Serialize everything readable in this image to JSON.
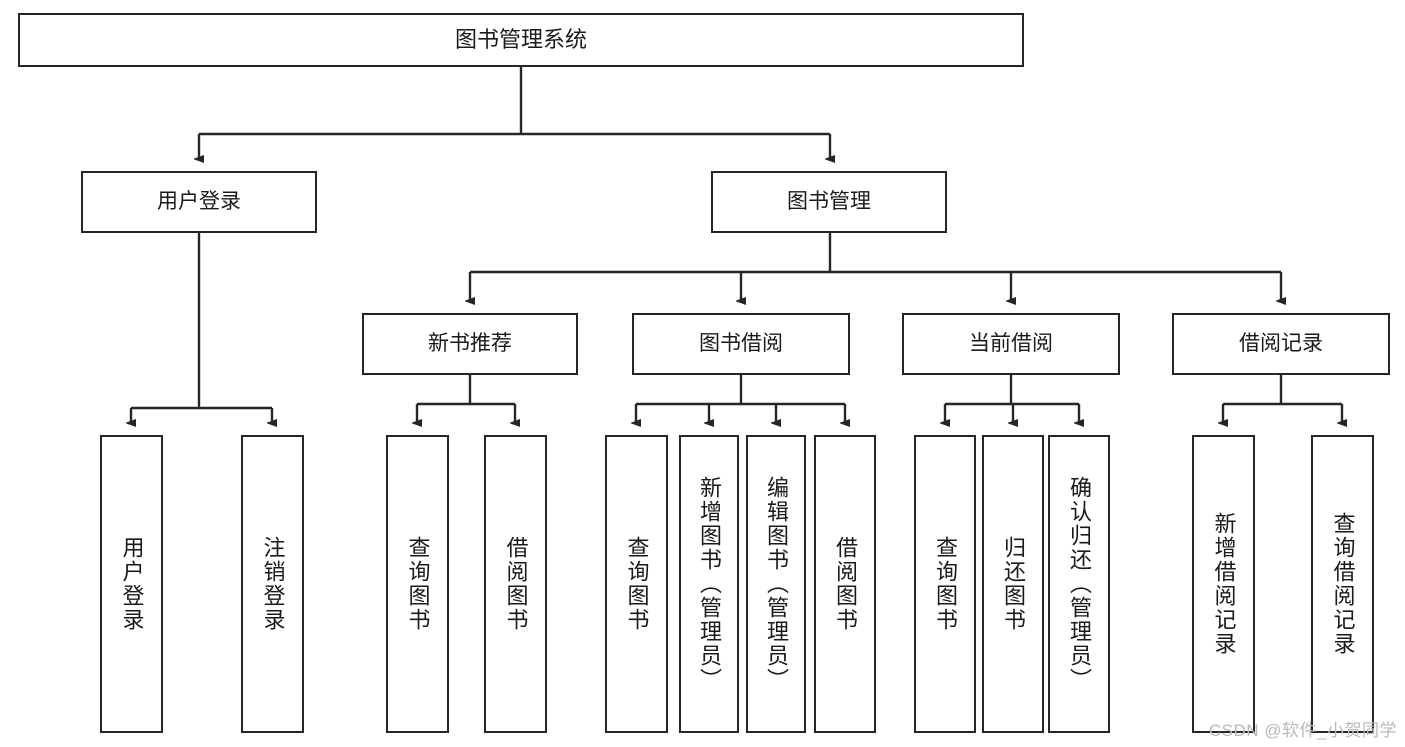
{
  "diagram": {
    "type": "tree",
    "title": "图书管理系统",
    "root": {
      "label": "图书管理系统"
    },
    "level2": [
      {
        "label": "用户登录"
      },
      {
        "label": "图书管理"
      }
    ],
    "level3": [
      {
        "label": "新书推荐"
      },
      {
        "label": "图书借阅"
      },
      {
        "label": "当前借阅"
      },
      {
        "label": "借阅记录"
      }
    ],
    "leaves": {
      "user_login": [
        {
          "label": "用户登录"
        },
        {
          "label": "注销登录"
        }
      ],
      "new_book_recommend": [
        {
          "label": "查询图书"
        },
        {
          "label": "借阅图书"
        }
      ],
      "book_borrow": [
        {
          "label": "查询图书"
        },
        {
          "label": "新增图书（管理员）"
        },
        {
          "label": "编辑图书（管理员）"
        },
        {
          "label": "借阅图书"
        }
      ],
      "current_borrow": [
        {
          "label": "查询图书"
        },
        {
          "label": "归还图书"
        },
        {
          "label": "确认归还（管理员）"
        }
      ],
      "borrow_records": [
        {
          "label": "新增借阅记录"
        },
        {
          "label": "查询借阅记录"
        }
      ]
    }
  },
  "watermark": {
    "text": "CSDN @软件_小贺同学"
  },
  "colors": {
    "stroke": "#262626",
    "background": "#ffffff",
    "text": "#1a1a1a",
    "watermark": "#b9b9b9"
  }
}
